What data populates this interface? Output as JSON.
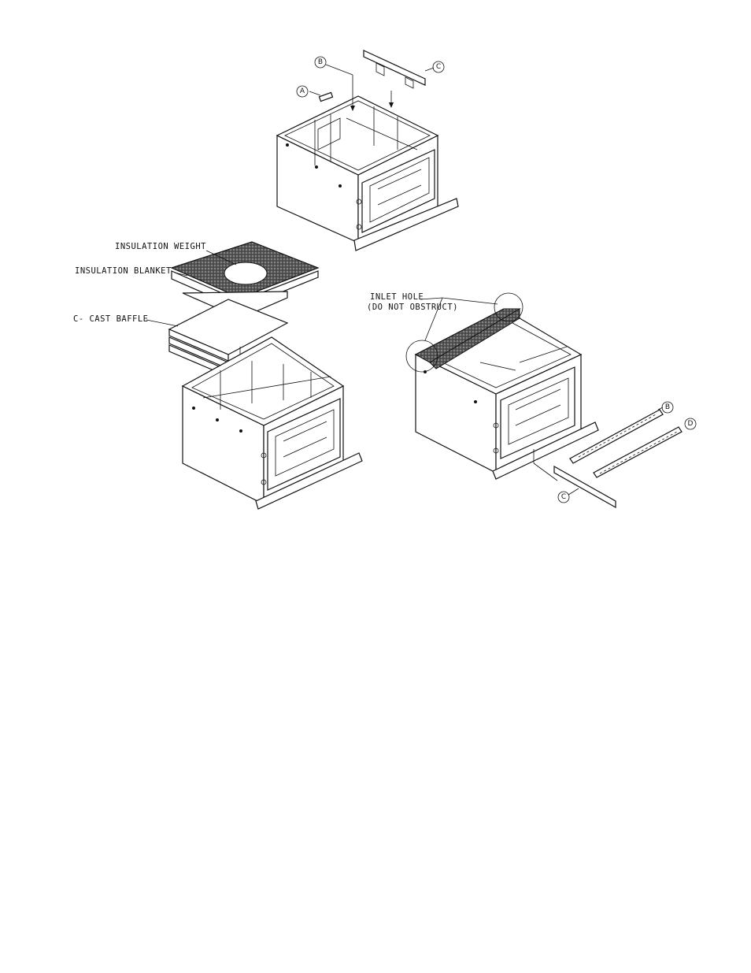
{
  "labels": {
    "insulation_weight": "INSULATION WEIGHT",
    "insulation_blanket": "INSULATION BLANKET",
    "c_cast_baffle": "C- CAST BAFFLE",
    "inlet_hole_line1": "INLET HOLE",
    "inlet_hole_line2": "(DO NOT OBSTRUCT)"
  },
  "callouts": {
    "top_a": "A",
    "top_b": "B",
    "top_c": "C",
    "right_b": "B",
    "right_d": "D",
    "right_c": "C"
  }
}
